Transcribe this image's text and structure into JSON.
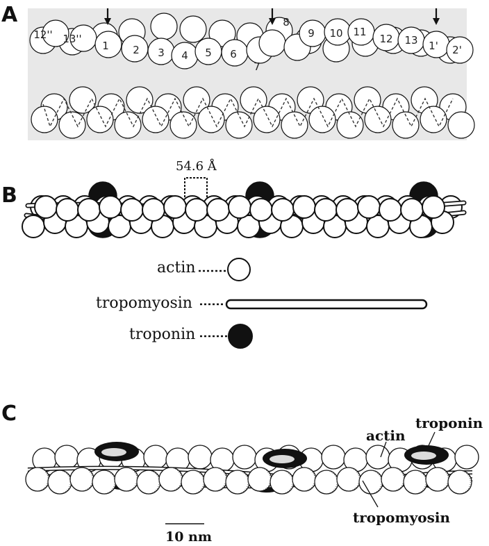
{
  "panels": {
    "a": {
      "letter": "A"
    },
    "b": {
      "letter": "B"
    },
    "c": {
      "letter": "C"
    }
  },
  "panel_a": {
    "subunit_labels_top": [
      "12''",
      "13''",
      "1",
      "2",
      "3",
      "4",
      "5",
      "6",
      "7",
      "8",
      "9",
      "10",
      "11",
      "12",
      "13",
      "1'",
      "2'"
    ]
  },
  "panel_b": {
    "spacing_label": "54.6 Å",
    "legend": {
      "actin": "actin",
      "tropomyosin": "tropomyosin",
      "troponin": "troponin"
    }
  },
  "panel_c": {
    "actin_label": "actin",
    "troponin_label": "troponin",
    "tropomyosin_label": "tropomyosin",
    "scale_label": "10 nm"
  },
  "colors": {
    "panel_a_background": "#e8e8e8",
    "outline": "#111111",
    "troponin_fill": "#111111"
  }
}
